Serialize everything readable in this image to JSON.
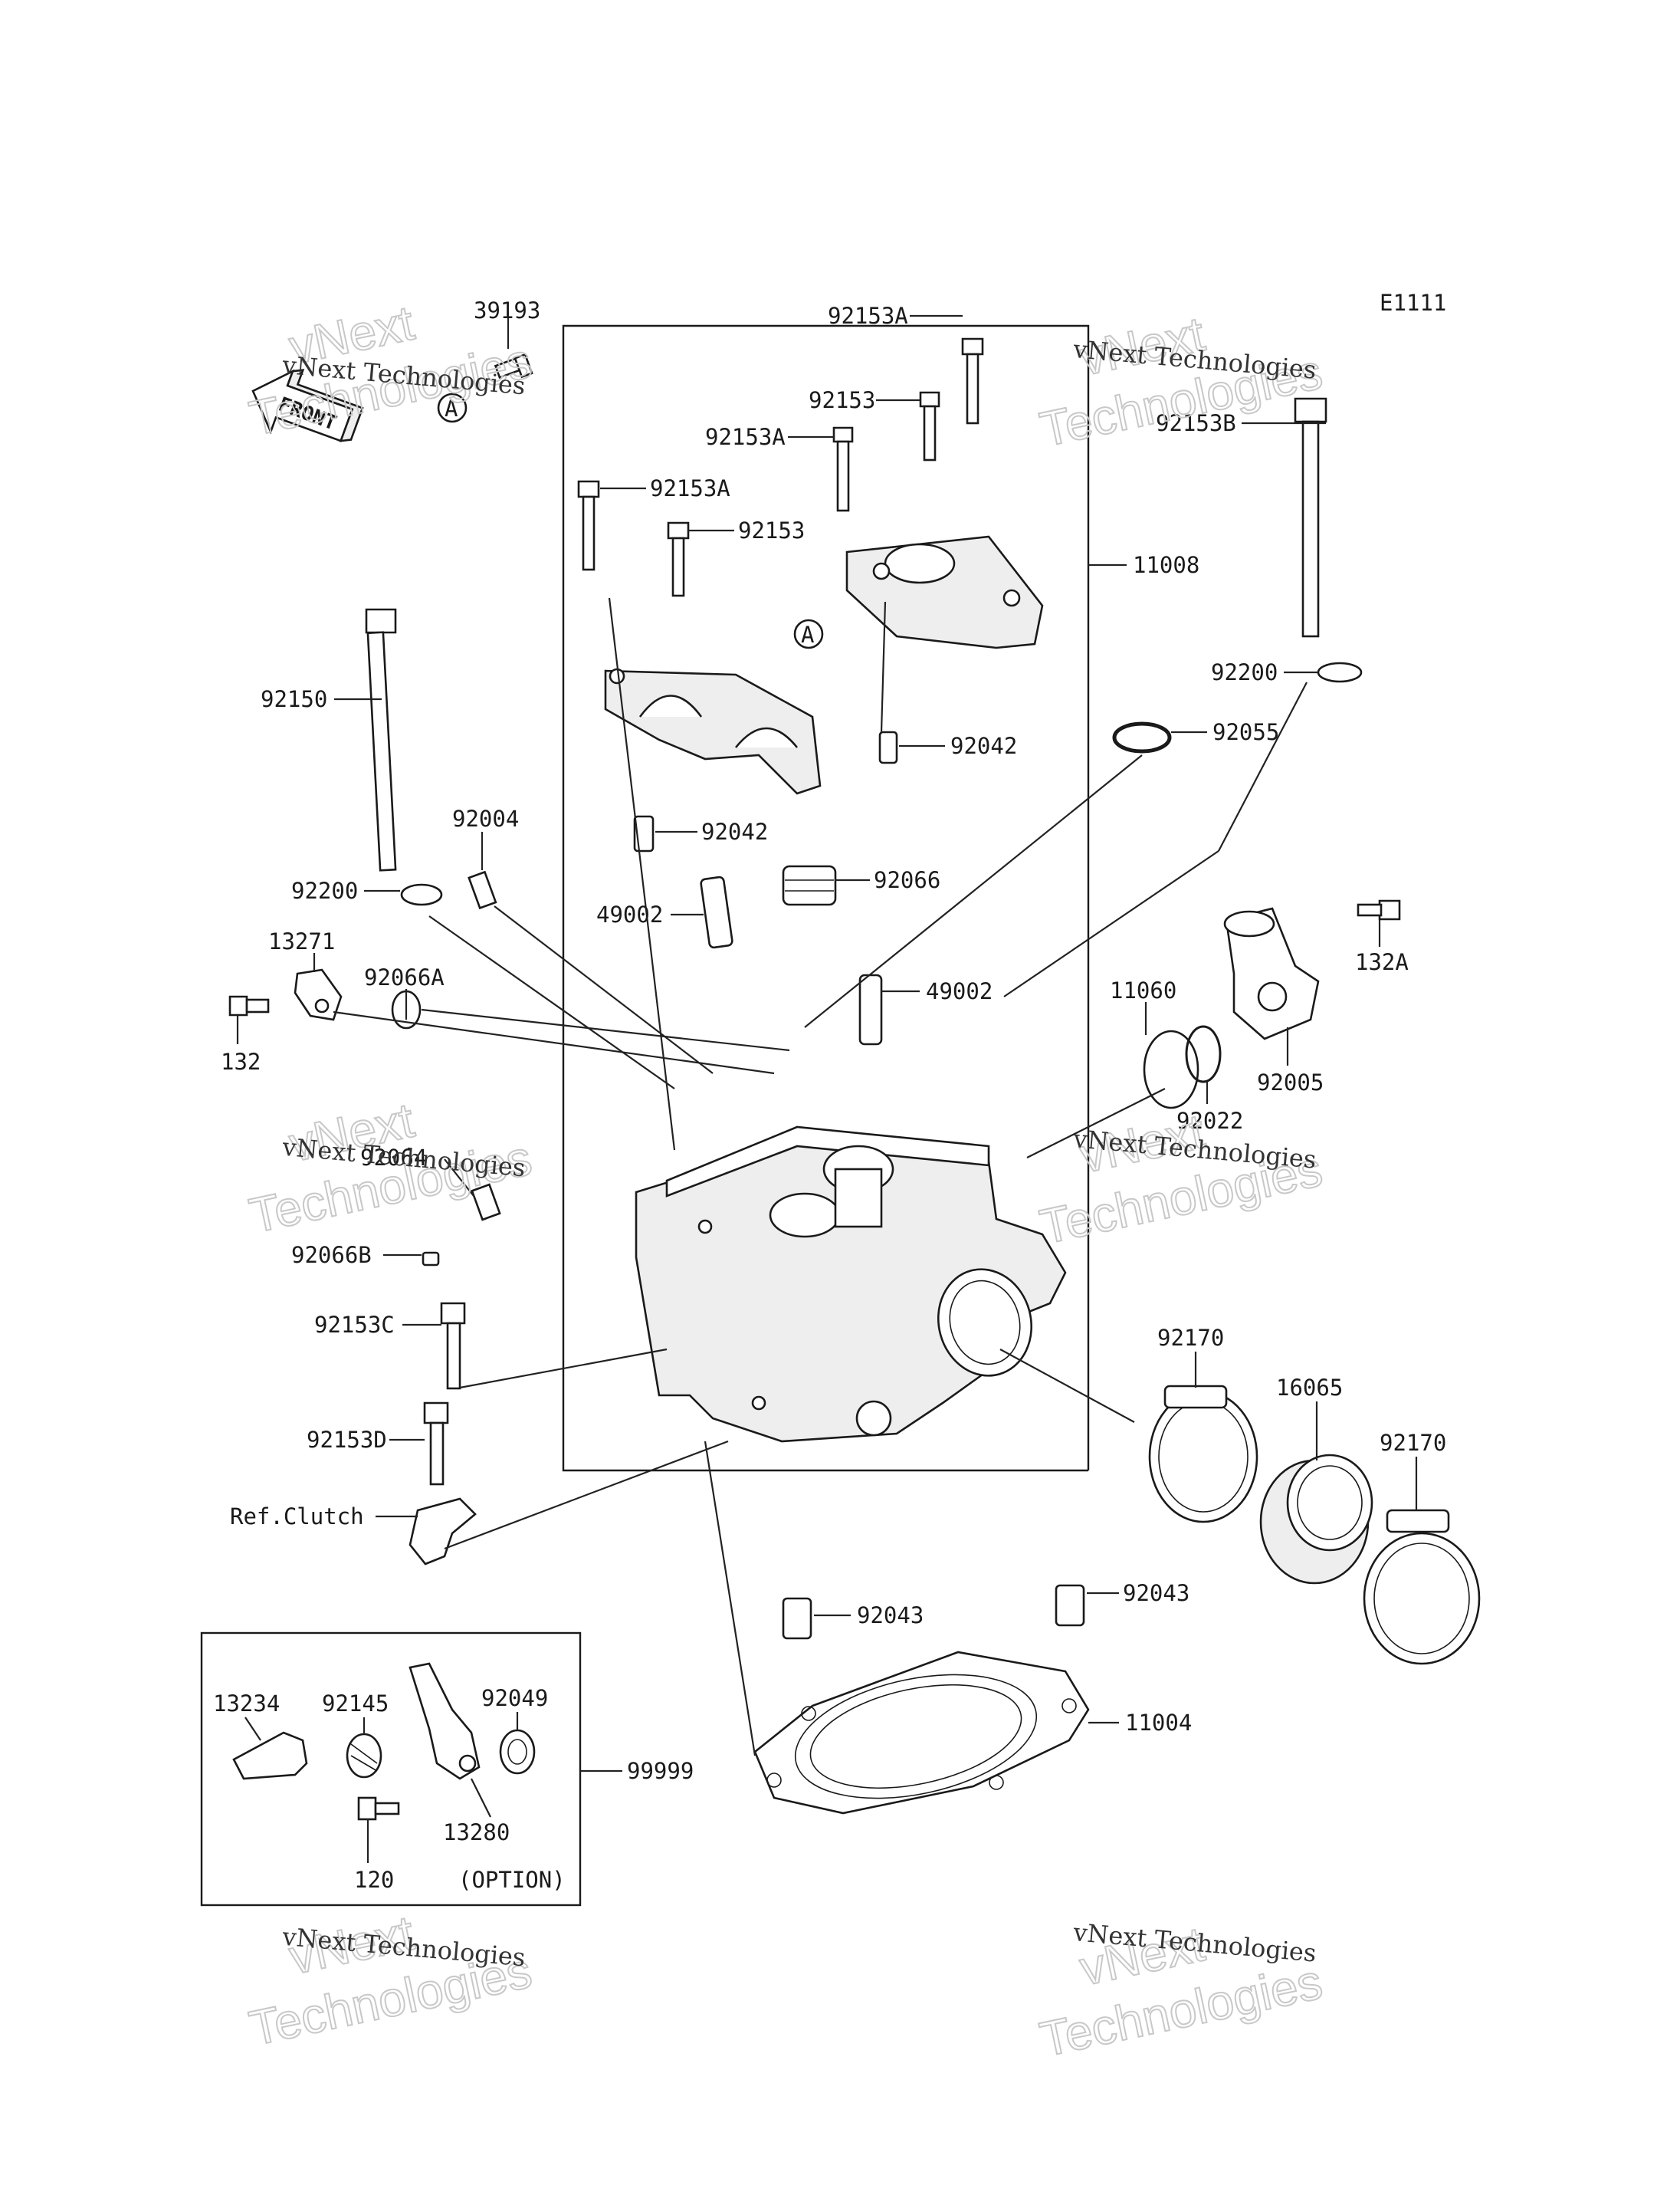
{
  "diagram_code": "E1111",
  "front_label": "FRONT",
  "callout_a": "A",
  "option_label": "(OPTION)",
  "watermark": {
    "line1": "vNext",
    "line2": "Technologies",
    "line3": "vNext Technologies"
  },
  "parts": {
    "p39193": "39193",
    "p92153A_1": "92153A",
    "p92153_1": "92153",
    "p92153A_2": "92153A",
    "p92153A_3": "92153A",
    "p92153_2": "92153",
    "p11008": "11008",
    "p92153B": "92153B",
    "p92150": "92150",
    "p92042_1": "92042",
    "p92042_2": "92042",
    "p92200_1": "92200",
    "p92055": "92055",
    "p92004": "92004",
    "p92200_2": "92200",
    "p92066": "92066",
    "p49002_1": "49002",
    "p49002_2": "49002",
    "p132A": "132A",
    "p13271": "13271",
    "p92066A": "92066A",
    "p11060": "11060",
    "p92005": "92005",
    "p132": "132",
    "p92022": "92022",
    "p92064": "92064",
    "p92066B": "92066B",
    "p92170_1": "92170",
    "p92153C": "92153C",
    "p16065": "16065",
    "p92170_2": "92170",
    "p92153D": "92153D",
    "pRefClutch": "Ref.Clutch",
    "p92043_1": "92043",
    "p92043_2": "92043",
    "p13234": "13234",
    "p92145": "92145",
    "p92049": "92049",
    "p11004": "11004",
    "p99999": "99999",
    "p13280": "13280",
    "p120": "120"
  }
}
